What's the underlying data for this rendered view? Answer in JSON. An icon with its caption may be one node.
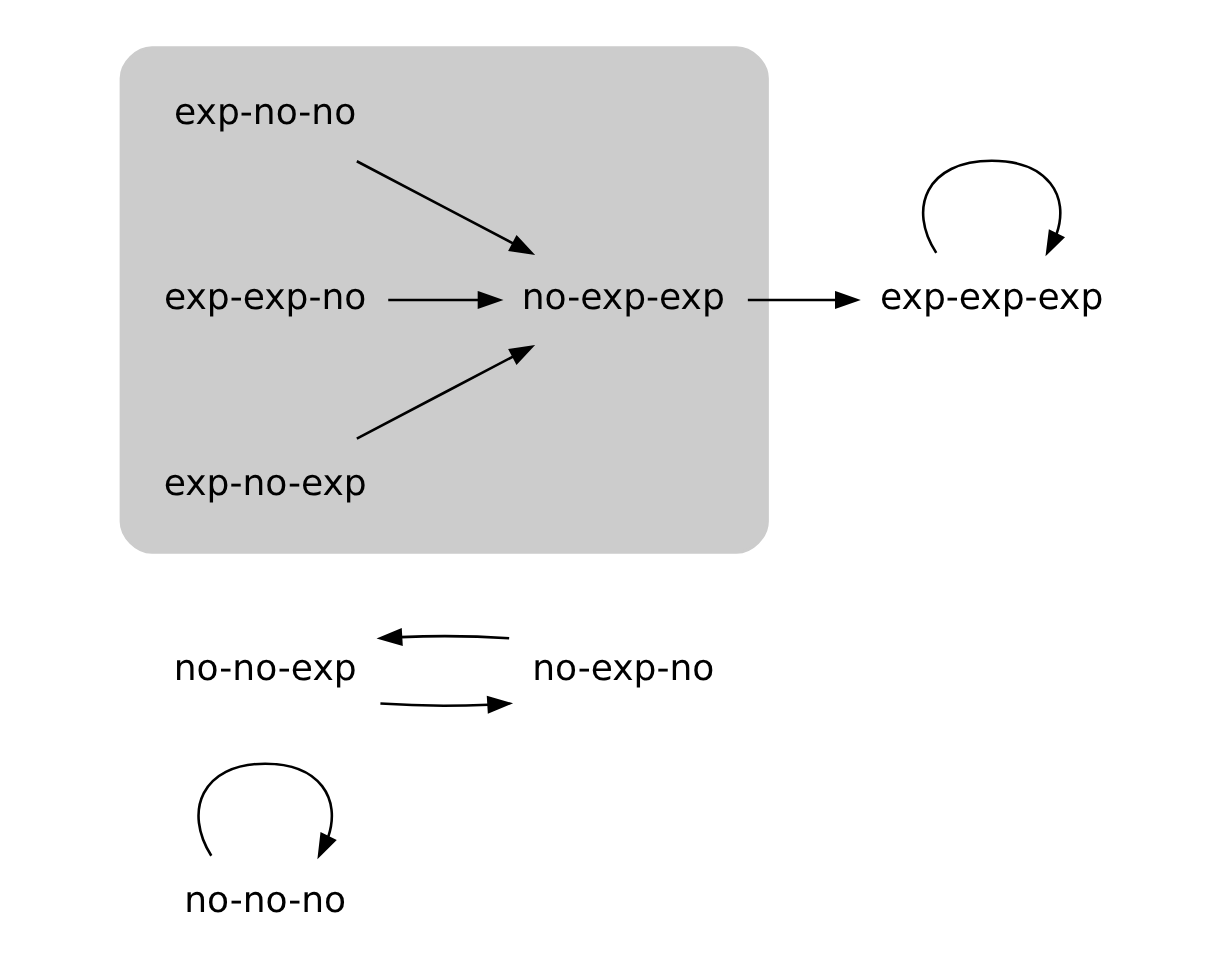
{
  "diagram": {
    "nodes": [
      {
        "text": [
          "no-no-no"
        ]
      },
      {
        "text": [
          "no-no-exp"
        ]
      },
      {
        "text": [
          "no-exp-no"
        ]
      },
      {
        "text": [],
        "shape": "cloud"
      },
      {
        "text": [
          "exp-no-no"
        ],
        "in": 3
      },
      {
        "text": [
          "exp-exp-no"
        ],
        "in": 3
      },
      {
        "text": [
          "no-exp-exp"
        ],
        "in": 3
      },
      {
        "text": [
          "exp-exp-exp"
        ]
      },
      {
        "text": [
          "exp-no-exp"
        ],
        "in": 3
      }
    ],
    "edges": [
      {
        "from": 0,
        "to": 0,
        "arrow": "to"
      },
      {
        "from": 1,
        "to": 2,
        "arrow": "to"
      },
      {
        "from": 2,
        "to": 1,
        "arrow": "to"
      },
      {
        "from": 4,
        "to": 6,
        "arrow": "to"
      },
      {
        "from": 5,
        "to": 6,
        "arrow": "to"
      },
      {
        "from": 8,
        "to": 6,
        "arrow": "to"
      },
      {
        "from": 6,
        "to": 7,
        "arrow": "to"
      },
      {
        "from": 7,
        "to": 7,
        "arrow": "to"
      }
    ]
  }
}
